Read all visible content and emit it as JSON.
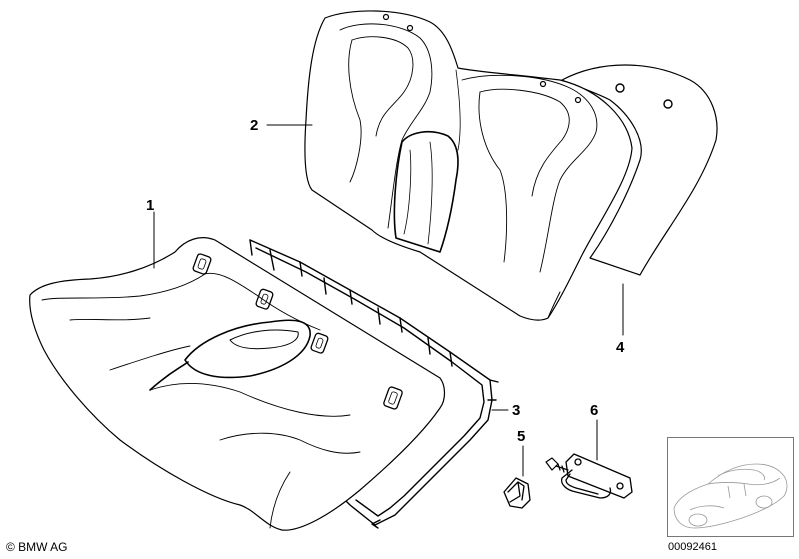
{
  "callouts": [
    {
      "id": "1",
      "label": "1"
    },
    {
      "id": "2",
      "label": "2"
    },
    {
      "id": "3",
      "label": "3"
    },
    {
      "id": "4",
      "label": "4"
    },
    {
      "id": "5",
      "label": "5"
    },
    {
      "id": "6",
      "label": "6"
    }
  ],
  "footer": {
    "copyright": "© BMW AG",
    "part_number": "00092461"
  }
}
